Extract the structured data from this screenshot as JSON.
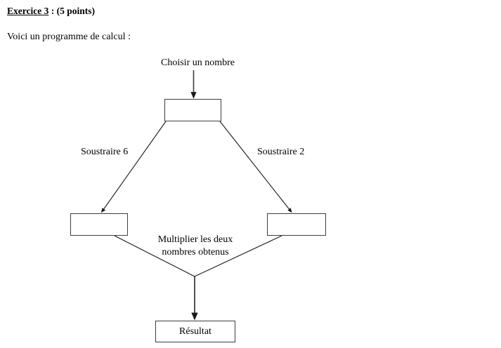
{
  "document": {
    "background_color": "#ffffff",
    "text_color": "#000000",
    "line_color": "#3d3d3d"
  },
  "heading": {
    "exercise_label": "Exercice 3",
    "points_label": " : (5 points)"
  },
  "intro": {
    "sentence": "Voici un programme de calcul :"
  },
  "diagram": {
    "labels": {
      "start_instruction": "Choisir un nombre",
      "left_branch": "Soustraire 6",
      "right_branch": "Soustraire 2",
      "merge_line_1": "Multiplier les deux",
      "merge_line_2": "nombres obtenus"
    },
    "boxes": {
      "start": "",
      "left": "",
      "right": "",
      "result": "Résultat"
    }
  }
}
